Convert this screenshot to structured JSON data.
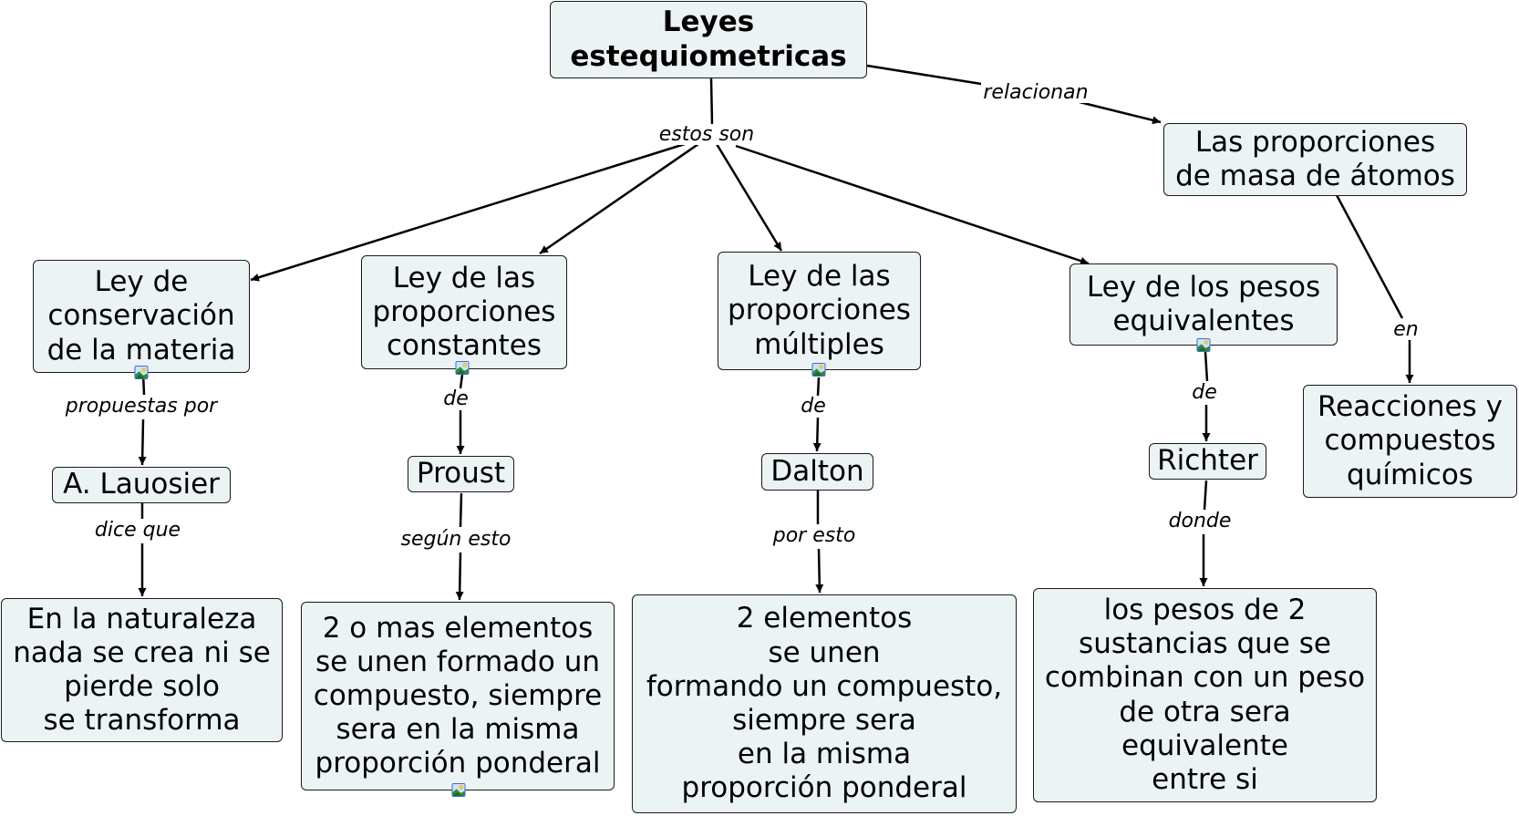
{
  "concept_map": {
    "title": "Leyes estequiometricas",
    "nodes": {
      "root": "Leyes\nestequiometricas",
      "proporciones_masa": "Las proporciones\nde masa de átomos",
      "reacciones": "Reacciones y\ncompuestos\nquímicos",
      "ley_conservacion": "Ley de\nconservación\nde la materia",
      "ley_constantes": "Ley de las\nproporciones\nconstantes",
      "ley_multiples": "Ley de las\nproporciones\nmúltiples",
      "ley_equivalentes": "Ley de los pesos\nequivalentes",
      "lauosier": "A. Lauosier",
      "proust": "Proust",
      "dalton": "Dalton",
      "richter": "Richter",
      "def_conservacion": "En la naturaleza\nnada se crea ni se\npierde solo\nse transforma",
      "def_constantes": "2 o mas elementos\nse unen formado un\ncompuesto, siempre\nsera en la misma\nproporción ponderal",
      "def_multiples": "2 elementos\nse unen\nformando un compuesto,\nsiempre sera\nen la misma\nproporción ponderal",
      "def_equivalentes": "los pesos de 2\nsustancias que se\ncombinan con un peso\nde otra sera\nequivalente\nentre si"
    },
    "link_labels": {
      "estos_son": "estos son",
      "relacionan": "relacionan",
      "en": "en",
      "propuestas_por": "propuestas por",
      "de_constantes": "de",
      "de_multiples": "de",
      "de_equivalentes": "de",
      "dice_que": "dice que",
      "segun_esto": "según esto",
      "por_esto": "por esto",
      "donde": "donde"
    },
    "icons": {
      "attached_image": "image-icon"
    }
  }
}
